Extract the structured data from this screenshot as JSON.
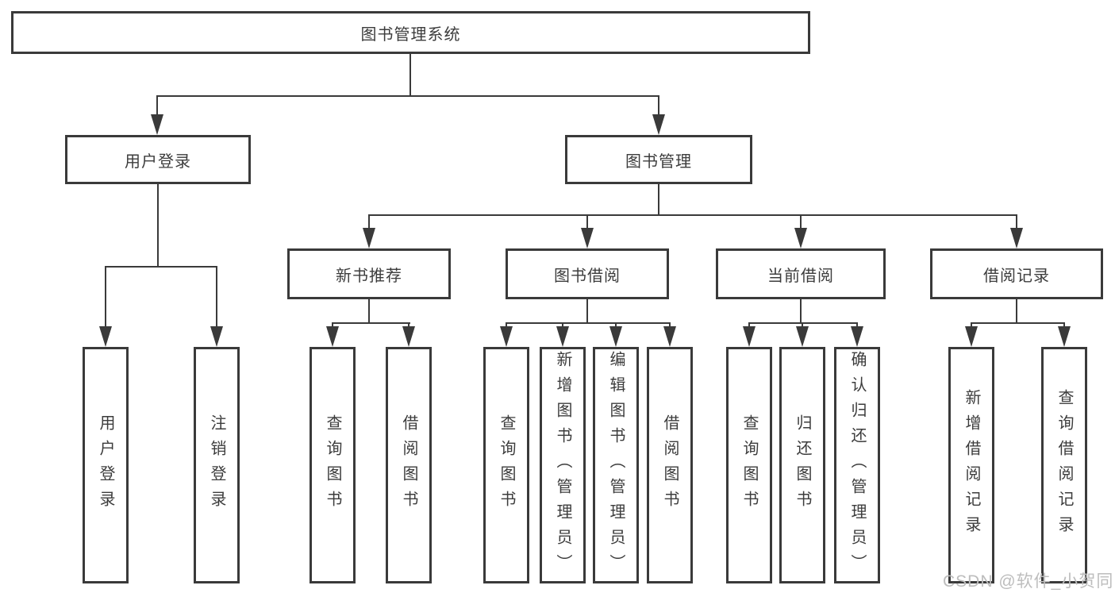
{
  "colors": {
    "line": "#3a3a3a",
    "text": "#3c3c3c",
    "box_bg": "#ffffff",
    "page_bg": "#ffffff",
    "watermark": "#bdbdbd"
  },
  "diagram": {
    "root": {
      "label": "图书管理系统"
    },
    "level2": [
      {
        "label": "用户登录"
      },
      {
        "label": "图书管理"
      }
    ],
    "level3": [
      {
        "label": "新书推荐"
      },
      {
        "label": "图书借阅"
      },
      {
        "label": "当前借阅"
      },
      {
        "label": "借阅记录"
      }
    ],
    "leaves": {
      "login": [
        {
          "label": "用户登录"
        },
        {
          "label": "注销登录"
        }
      ],
      "recommend": [
        {
          "label": "查询图书"
        },
        {
          "label": "借阅图书"
        }
      ],
      "borrow": [
        {
          "label": "查询图书"
        },
        {
          "label": "新增图书（管理员）"
        },
        {
          "label": "编辑图书（管理员）"
        },
        {
          "label": "借阅图书"
        }
      ],
      "current": [
        {
          "label": "查询图书"
        },
        {
          "label": "归还图书"
        },
        {
          "label": "确认归还（管理员）"
        }
      ],
      "records": [
        {
          "label": "新增借阅记录"
        },
        {
          "label": "查询借阅记录"
        }
      ]
    }
  },
  "watermark": {
    "text": "CSDN @软件_小贺同学"
  }
}
